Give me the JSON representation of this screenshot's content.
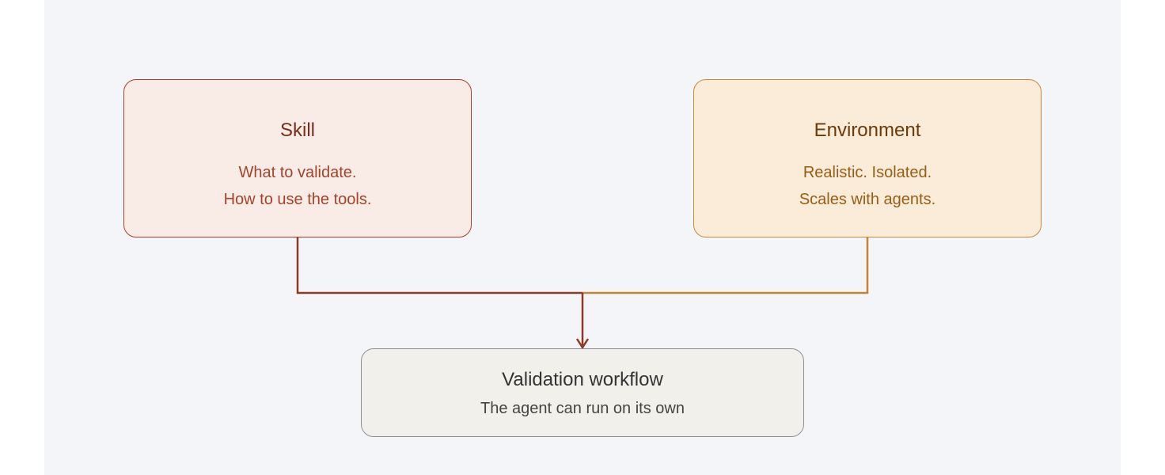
{
  "nodes": {
    "skill": {
      "title": "Skill",
      "lines": [
        "What to validate.",
        "How to use the tools."
      ]
    },
    "environment": {
      "title": "Environment",
      "lines": [
        "Realistic. Isolated.",
        "Scales with agents."
      ]
    },
    "workflow": {
      "title": "Validation workflow",
      "lines": [
        "The agent can run on its own"
      ]
    }
  },
  "colors": {
    "skill_fill": "#f9ebe6",
    "skill_stroke": "#a4432a",
    "environment_fill": "#faecd8",
    "environment_stroke": "#c98a3a",
    "workflow_fill": "#f2f0ea",
    "workflow_stroke": "#8f8f8f",
    "background": "#f4f5f9"
  },
  "edges": [
    {
      "from": "skill",
      "to": "workflow"
    },
    {
      "from": "environment",
      "to": "workflow"
    }
  ]
}
